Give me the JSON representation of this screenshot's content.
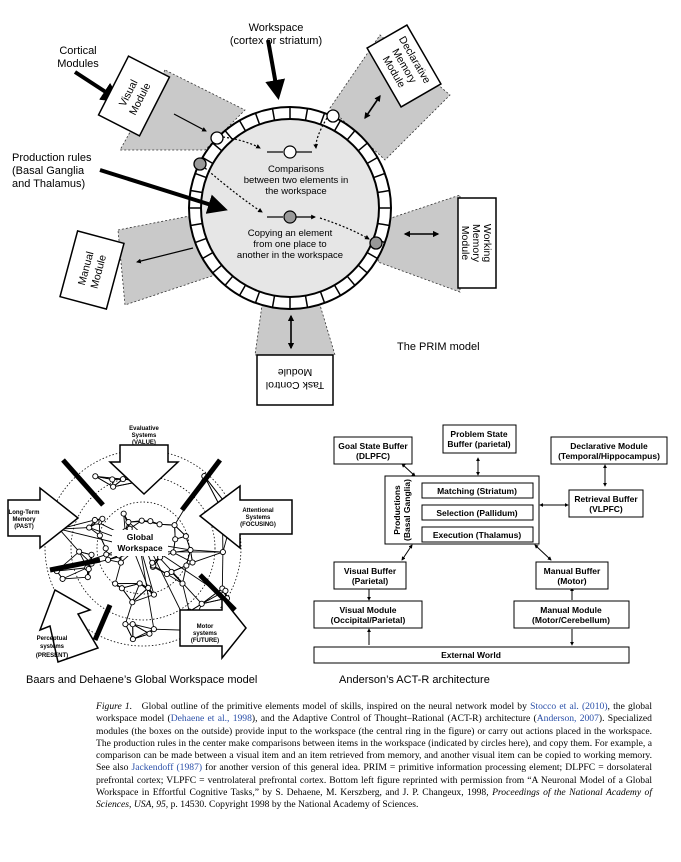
{
  "prim": {
    "workspace_label": [
      "Workspace",
      "(cortex or striatum)"
    ],
    "cortical_modules_label": [
      "Cortical",
      "Modules"
    ],
    "production_rules_label": [
      "Production rules",
      "(Basal Ganglia",
      "and Thalamus)"
    ],
    "comparisons_text": [
      "Comparisons",
      "between two elements in",
      "the workspace"
    ],
    "copying_text": [
      "Copying an element",
      "from one place to",
      "another in the workspace"
    ],
    "module_visual": [
      "Visual",
      "Module"
    ],
    "module_declarative": [
      "Declarative",
      "Memory",
      "Module"
    ],
    "module_working": [
      "Working",
      "Memory",
      "Module"
    ],
    "module_task": [
      "Task Control",
      "Module"
    ],
    "module_manual": [
      "Manual",
      "Module"
    ],
    "title": "The PRIM model"
  },
  "gw": {
    "evaluative": [
      "Evaluative",
      "Systems",
      "(VALUE)"
    ],
    "longterm": [
      "Long-Term",
      "Memory",
      "(PAST)"
    ],
    "attentional": [
      "Attentional",
      "Systems",
      "(FOCUSING)"
    ],
    "global": [
      "Global",
      "Workspace"
    ],
    "perceptual": [
      "Perceptual",
      "systems",
      "(PRESENT)"
    ],
    "motor": [
      "Motor",
      "systems",
      "(FUTURE)"
    ],
    "title": "Baars and Dehaene’s Global Workspace model"
  },
  "actr": {
    "goal": [
      "Goal State Buffer",
      "(DLPFC)"
    ],
    "problem": [
      "Problem State",
      "Buffer (parietal)"
    ],
    "declarative": [
      "Declarative Module",
      "(Temporal/Hippocampus)"
    ],
    "productions": [
      "Productions",
      "(Basal Ganglia)"
    ],
    "matching": "Matching (Striatum)",
    "selection": "Selection (Pallidum)",
    "execution": "Execution (Thalamus)",
    "retrieval": [
      "Retrieval Buffer",
      "(VLPFC)"
    ],
    "visual_buffer": [
      "Visual Buffer",
      "(Parietal)"
    ],
    "manual_buffer": [
      "Manual Buffer",
      "(Motor)"
    ],
    "visual_module": [
      "Visual Module",
      "(Occipital/Parietal)"
    ],
    "manual_module": [
      "Manual Module",
      "(Motor/Cerebellum)"
    ],
    "external": "External World",
    "title": "Anderson’s ACT-R architecture"
  },
  "caption": {
    "label": "Figure 1.",
    "t1": "Global outline of the primitive elements model of skills, inspired on the neural network model by",
    "r1": "Stocco et al. (2010)",
    "t2": ", the global workspace model (",
    "r2": "Dehaene et al., 1998",
    "t3": "), and the Adaptive Control of Thought–Rational (ACT-R) architecture (",
    "r3": "Anderson, 2007",
    "t4": "). Specialized modules (the boxes on the outside) provide input to the workspace (the central ring in the figure) or carry out actions placed in the workspace. The production rules in the center make comparisons between items in the workspace (indicated by circles here), and copy them. For example, a comparison can be made between a visual item and an item retrieved from memory, and another visual item can be copied to working memory. See also ",
    "r4": "Jackendoff (1987)",
    "t5": " for another version of this general idea. PRIM = primitive information processing element; DLPFC = dorsolateral prefrontal cortex; VLPFC = ventrolateral prefrontal cortex. Bottom left figure reprinted with permission from “A Neuronal Model of a Global Workspace in Effortful Cognitive Tasks,” by S. Dehaene, M. Kerszberg, and J. P. Changeux, 1998, ",
    "journal": "Proceedings of the National Academy of Sciences, USA, 95,",
    "t6": " p. 14530. Copyright 1998 by the National Academy of Sciences."
  }
}
